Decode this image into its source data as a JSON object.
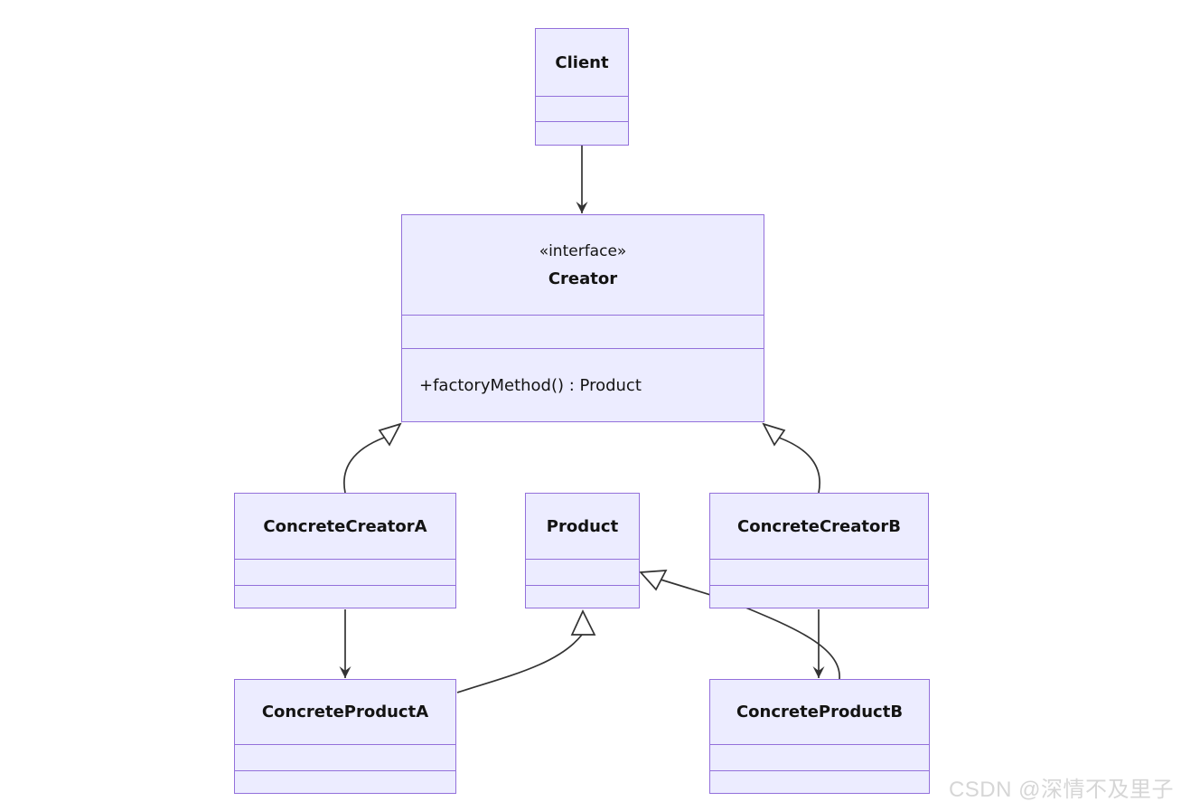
{
  "diagram_type": "uml-class-diagram",
  "colors": {
    "class_fill": "#ECECFF",
    "class_border": "#9370DB",
    "edge_line": "#333333",
    "text": "#131313",
    "watermark": "#d6d6d6"
  },
  "classes": [
    {
      "name": "Client",
      "stereotype": "",
      "attributes": [],
      "methods": []
    },
    {
      "name": "Creator",
      "stereotype": "«interface»",
      "attributes": [],
      "methods": [
        "+factoryMethod() : Product"
      ]
    },
    {
      "name": "ConcreteCreatorA",
      "stereotype": "",
      "attributes": [],
      "methods": []
    },
    {
      "name": "Product",
      "stereotype": "",
      "attributes": [],
      "methods": []
    },
    {
      "name": "ConcreteCreatorB",
      "stereotype": "",
      "attributes": [],
      "methods": []
    },
    {
      "name": "ConcreteProductA",
      "stereotype": "",
      "attributes": [],
      "methods": []
    },
    {
      "name": "ConcreteProductB",
      "stereotype": "",
      "attributes": [],
      "methods": []
    }
  ],
  "relations": [
    {
      "from": "Client",
      "to": "Creator",
      "type": "association",
      "arrow": "solid-arrowhead"
    },
    {
      "from": "ConcreteCreatorA",
      "to": "Creator",
      "type": "realization",
      "arrow": "hollow-triangle"
    },
    {
      "from": "ConcreteCreatorB",
      "to": "Creator",
      "type": "realization",
      "arrow": "hollow-triangle"
    },
    {
      "from": "ConcreteCreatorA",
      "to": "ConcreteProductA",
      "type": "association",
      "arrow": "solid-arrowhead"
    },
    {
      "from": "ConcreteCreatorB",
      "to": "ConcreteProductB",
      "type": "association",
      "arrow": "solid-arrowhead"
    },
    {
      "from": "ConcreteProductA",
      "to": "Product",
      "type": "realization",
      "arrow": "hollow-triangle"
    },
    {
      "from": "ConcreteProductB",
      "to": "Product",
      "type": "realization",
      "arrow": "hollow-triangle"
    }
  ],
  "watermark": {
    "text": "CSDN @深情不及里子"
  }
}
